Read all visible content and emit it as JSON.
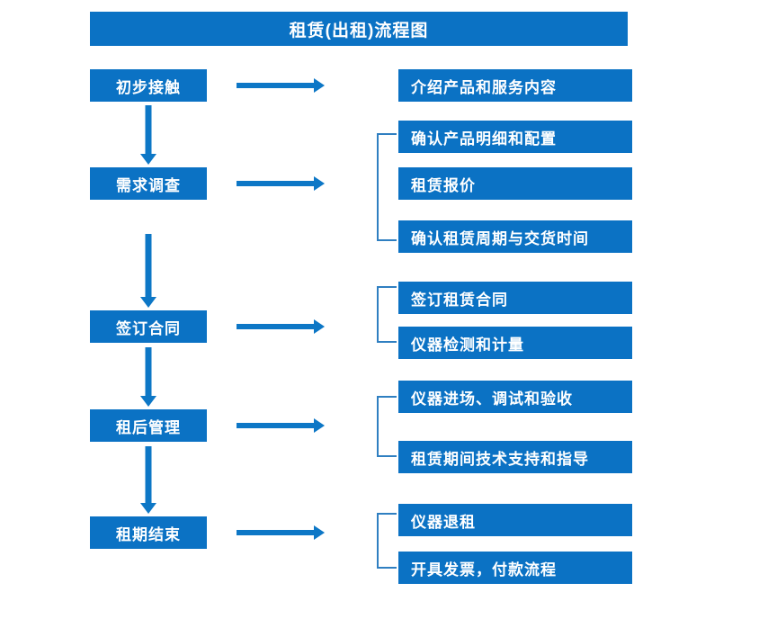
{
  "diagram": {
    "title": "租赁(出租)流程图",
    "accent_color": "#0b72c4",
    "arrow_color": "#0d77c6",
    "bracket_color": "#2f7fc1",
    "text_color": "#ffffff",
    "background_color": "#ffffff"
  },
  "stages": [
    {
      "label": "初步接触"
    },
    {
      "label": "需求调查"
    },
    {
      "label": "签订合同"
    },
    {
      "label": "租后管理"
    },
    {
      "label": "租期结束"
    }
  ],
  "details": [
    {
      "label": "介绍产品和服务内容"
    },
    {
      "label": "确认产品明细和配置"
    },
    {
      "label": "租赁报价"
    },
    {
      "label": "确认租赁周期与交货时间"
    },
    {
      "label": "签订租赁合同"
    },
    {
      "label": "仪器检测和计量"
    },
    {
      "label": "仪器进场、调试和验收"
    },
    {
      "label": "租赁期间技术支持和指导"
    },
    {
      "label": "仪器退租"
    },
    {
      "label": "开具发票，付款流程"
    }
  ],
  "groups": [
    {
      "stage": "需求调查",
      "details": [
        "确认产品明细和配置",
        "租赁报价",
        "确认租赁周期与交货时间"
      ]
    },
    {
      "stage": "签订合同",
      "details": [
        "签订租赁合同",
        "仪器检测和计量"
      ]
    },
    {
      "stage": "租后管理",
      "details": [
        "仪器进场、调试和验收",
        "租赁期间技术支持和指导"
      ]
    },
    {
      "stage": "租期结束",
      "details": [
        "仪器退租",
        "开具发票，付款流程"
      ]
    }
  ]
}
